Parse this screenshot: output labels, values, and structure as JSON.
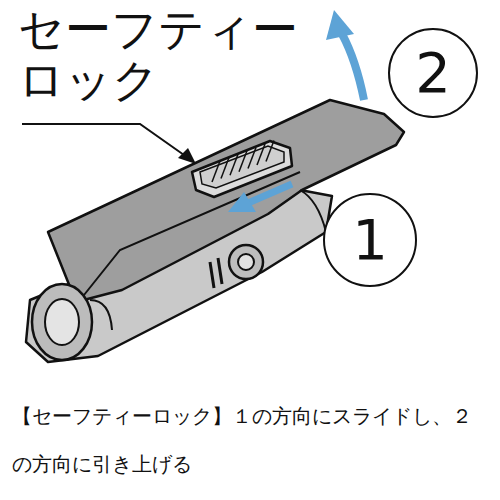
{
  "diagram": {
    "caption": "【セーフティーロック】１の方向にスライドし、２の方向に引き上げる",
    "nodes": [
      {
        "text": [
          "2"
        ]
      },
      {
        "text": [
          "1"
        ]
      }
    ],
    "labels": [
      "セーフティー ロック"
    ]
  }
}
